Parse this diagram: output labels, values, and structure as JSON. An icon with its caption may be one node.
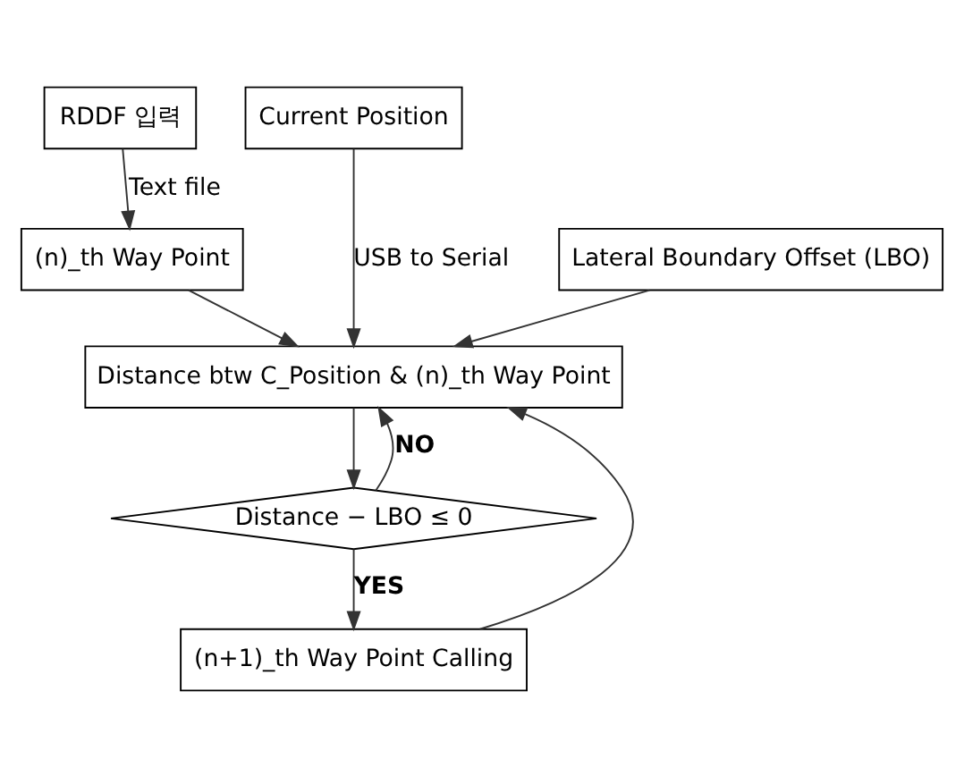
{
  "diagram": {
    "nodes": [
      {
        "text": [
          "RDDF 입력"
        ]
      },
      {
        "text": [
          "Current Position"
        ]
      },
      {
        "text": [
          "(n)_th Way Point"
        ]
      },
      {
        "text": [
          "Lateral Boundary Offset (LBO)"
        ]
      },
      {
        "text": [
          "Distance btw C_Position & (n)_th Way Point"
        ]
      },
      {
        "text": [
          "Distance − LBO ≤ 0"
        ]
      },
      {
        "text": [
          "(n+1)_th Way Point Calling"
        ]
      }
    ],
    "edges": [
      {
        "from": 0,
        "to": 2,
        "arrow": "to",
        "label": "Text file"
      },
      {
        "from": 1,
        "to": 4,
        "arrow": "to",
        "label": "USB to Serial"
      },
      {
        "from": 2,
        "to": 4,
        "arrow": "to"
      },
      {
        "from": 3,
        "to": 4,
        "arrow": "to"
      },
      {
        "from": 6,
        "to": 4,
        "arrow": "to"
      },
      {
        "from": 4,
        "to": 5,
        "arrow": "to"
      },
      {
        "from": 5,
        "to": 4,
        "arrow": "to",
        "label": "NO"
      },
      {
        "from": 5,
        "to": 6,
        "arrow": "to",
        "label": "YES"
      }
    ]
  }
}
